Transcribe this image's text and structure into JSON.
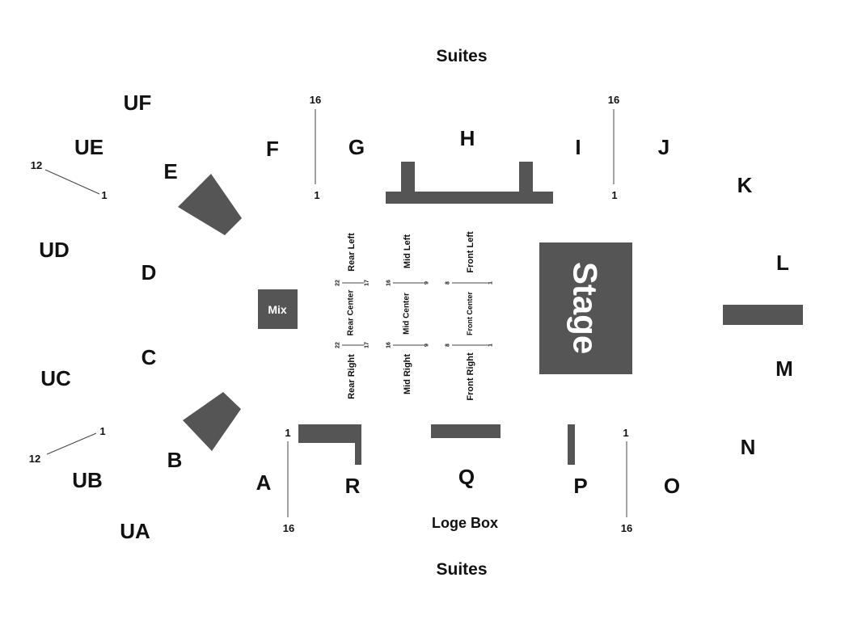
{
  "titles": {
    "top": "Suites",
    "bottom": "Suites",
    "loge": "Loge Box"
  },
  "blocks": {
    "stage": "Stage",
    "mix": "Mix"
  },
  "sections": {
    "UF": "UF",
    "UE": "UE",
    "UD": "UD",
    "UC": "UC",
    "UB": "UB",
    "UA": "UA",
    "A": "A",
    "B": "B",
    "C": "C",
    "D": "D",
    "E": "E",
    "F": "F",
    "G": "G",
    "H": "H",
    "I": "I",
    "J": "J",
    "K": "K",
    "L": "L",
    "M": "M",
    "N": "N",
    "O": "O",
    "P": "P",
    "Q": "Q",
    "R": "R"
  },
  "row_labels": {
    "ue_start": "1",
    "ue_end": "12",
    "ub_start": "1",
    "ub_end": "12",
    "fg_top": "16",
    "fg_bottom": "1",
    "ij_top": "16",
    "ij_bottom": "1",
    "ar_top": "1",
    "ar_bottom": "16",
    "po_top": "1",
    "po_bottom": "16"
  },
  "floor": {
    "rear_left": "Rear Left",
    "rear_center": "Rear Center",
    "rear_right": "Rear Right",
    "mid_left": "Mid Left",
    "mid_center": "Mid Center",
    "mid_right": "Mid Right",
    "front_left": "Front Left",
    "front_center": "Front Center",
    "front_right": "Front Right",
    "rear_start": "22",
    "rear_end": "17",
    "mid_start": "16",
    "mid_end": "9",
    "front_start": "8",
    "front_end": "1"
  }
}
